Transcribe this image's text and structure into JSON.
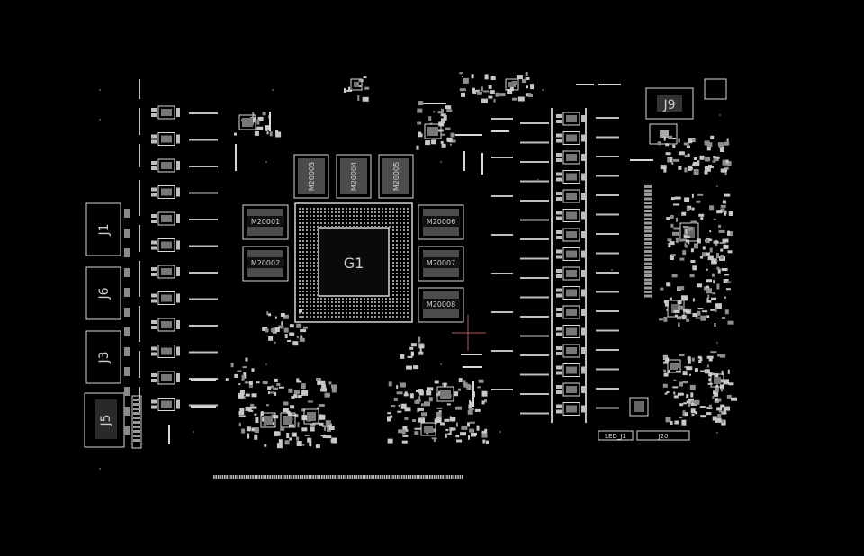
{
  "colors": {
    "background": "#000000",
    "silkscreen": "#d8d8d8",
    "pad": "#bfbfbf",
    "cursor": "#b05a5a",
    "dot": "#2f7a2f"
  },
  "board": {
    "gpu": "G1",
    "memory": [
      "M20001",
      "M20002",
      "M20003",
      "M20004",
      "M20005",
      "M20006",
      "M20007",
      "M20008"
    ],
    "connectors": [
      "J1",
      "J6",
      "J3",
      "J5",
      "J9"
    ],
    "labels": {
      "led": "LED_J1",
      "j20": "J20"
    }
  }
}
